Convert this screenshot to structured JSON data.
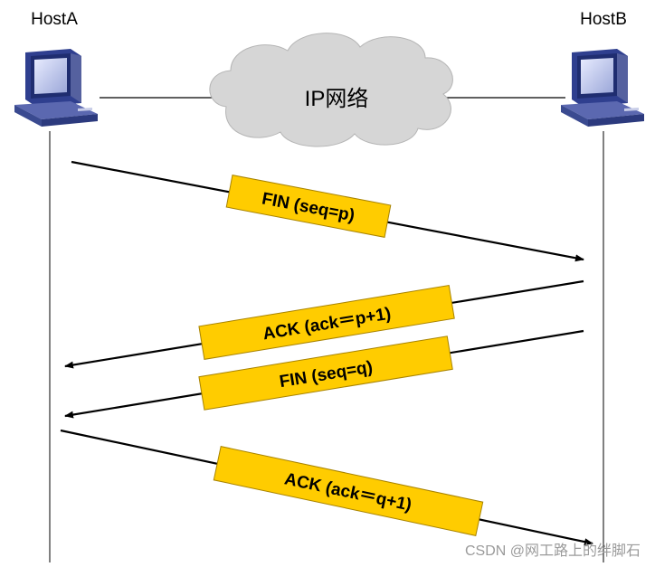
{
  "hosts": {
    "a": {
      "label": "HostA"
    },
    "b": {
      "label": "HostB"
    }
  },
  "network": {
    "label": "IP网络"
  },
  "messages": [
    {
      "label": "FIN (seq=p)",
      "direction": "A-to-B"
    },
    {
      "label": "ACK (ack＝p+1)",
      "direction": "B-to-A"
    },
    {
      "label": "FIN (seq=q)",
      "direction": "B-to-A"
    },
    {
      "label": "ACK (ack＝q+1)",
      "direction": "A-to-B"
    }
  ],
  "watermark": {
    "text": "CSDN @网工路上的绊脚石"
  },
  "colors": {
    "message_box": "#ffcc00",
    "message_border": "#b08a00",
    "cloud": "#d9d9d9",
    "computer": "#3d4f9e",
    "line": "#000000"
  }
}
